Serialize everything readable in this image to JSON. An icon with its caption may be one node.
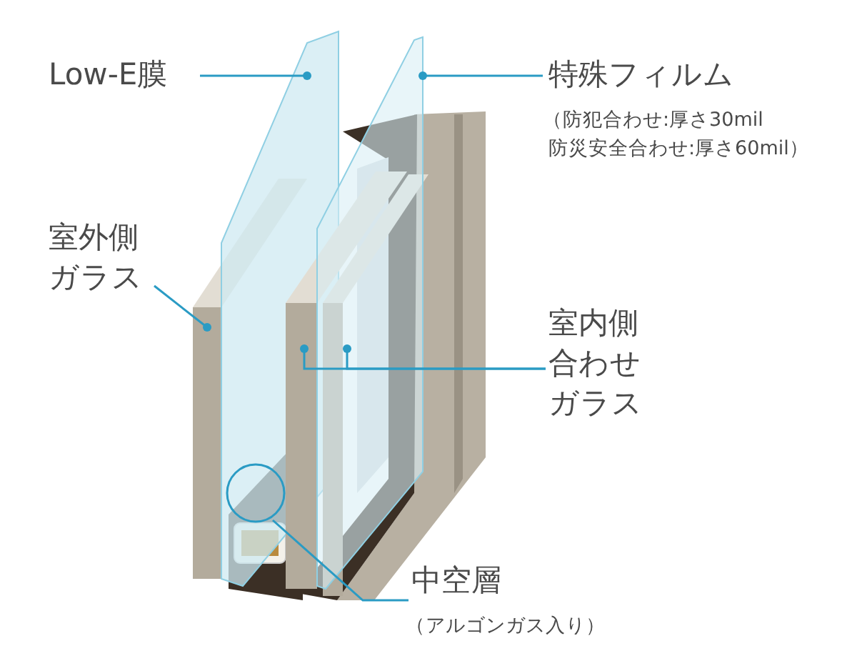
{
  "diagram": {
    "nodes": [
      {
        "text": [
          "Low-E膜"
        ]
      },
      {
        "text": [
          "特殊フィルム",
          "（防犯合わせ:厚さ30mil 防災安全合わせ:厚さ60mil）"
        ]
      },
      {
        "text": [
          "室外側ガラス"
        ]
      },
      {
        "text": [
          "室内側合わせガラス"
        ]
      },
      {
        "text": [
          "中空層",
          "（アルゴンガス入り）"
        ]
      },
      {
        "text": [],
        "shape": "circle"
      }
    ],
    "edges": [
      {
        "from": 0,
        "to": null,
        "arrow": "other"
      },
      {
        "from": 1,
        "to": null,
        "arrow": "other"
      },
      {
        "from": 2,
        "to": null,
        "arrow": "other"
      },
      {
        "from": 3,
        "to": null,
        "arrow": "other"
      },
      {
        "from": 3,
        "to": null,
        "arrow": "other"
      },
      {
        "from": 4,
        "to": 5,
        "arrow": "none"
      }
    ]
  }
}
